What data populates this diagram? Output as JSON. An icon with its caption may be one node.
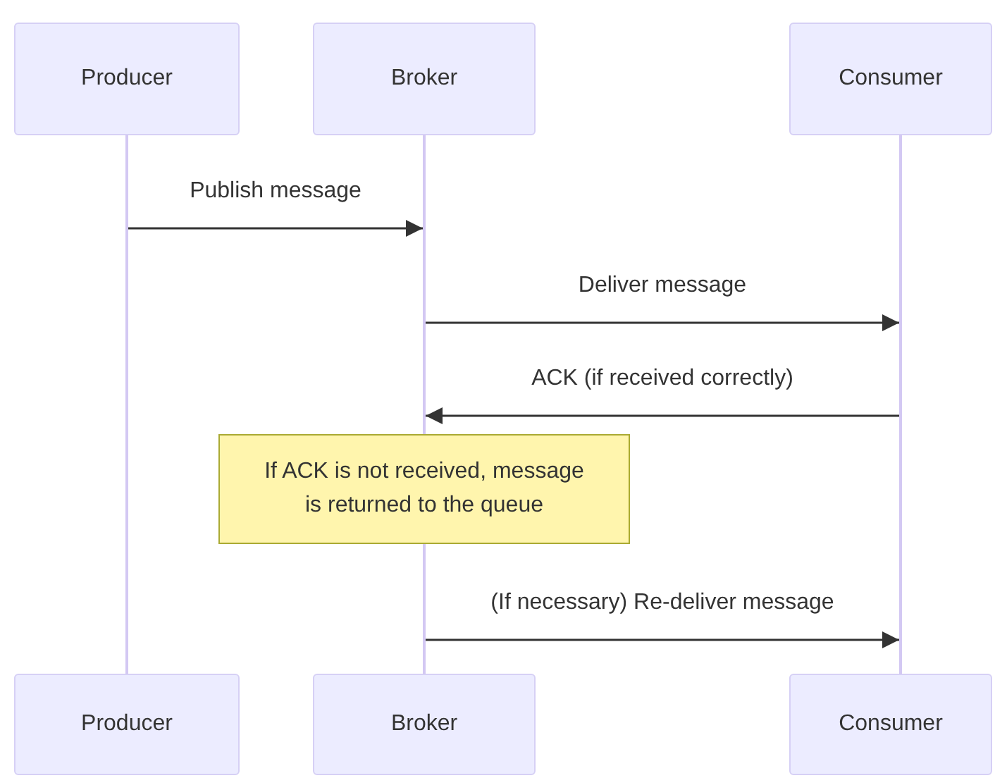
{
  "diagram": {
    "nodes": [
      {
        "text": [
          "Producer"
        ]
      },
      {
        "text": [
          "Broker"
        ]
      },
      {
        "text": [
          "Consumer"
        ]
      },
      {
        "text": [],
        "shape": "bar"
      },
      {
        "text": [],
        "shape": "bar"
      },
      {
        "text": [],
        "shape": "bar"
      },
      {
        "text": [
          "If ACK is not received, message is returned to the queue"
        ]
      },
      {
        "text": [],
        "shape": "bar"
      },
      {
        "text": [
          "Producer"
        ]
      },
      {
        "text": [
          "Broker"
        ]
      },
      {
        "text": [
          "Consumer"
        ]
      }
    ],
    "edges": [
      {
        "from": 3,
        "to": 4,
        "arrow": "to",
        "label": "Publish message"
      },
      {
        "from": 4,
        "to": 5,
        "arrow": "to",
        "label": "Deliver message"
      },
      {
        "from": 5,
        "to": 4,
        "arrow": "to",
        "label": "ACK (if received correctly)"
      },
      {
        "from": 7,
        "to": 5,
        "arrow": "to",
        "label": "(If necessary) Re-deliver message"
      }
    ]
  }
}
